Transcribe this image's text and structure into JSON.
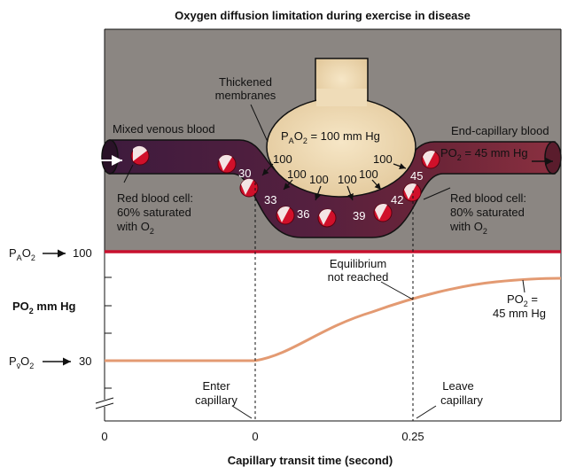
{
  "title": "Oxygen diffusion limitation during exercise in disease",
  "alveolus": {
    "pressure_prefix": "P",
    "pressure_sub": "A",
    "pressure_main": "O",
    "pressure_sub2": "2",
    "pressure_value": " = 100 mm Hg",
    "thickened_line1": "Thickened",
    "thickened_line2": "membranes",
    "gradient_values": [
      "100",
      "100",
      "100",
      "100",
      "100",
      "100"
    ]
  },
  "capillary": {
    "mixed_venous": "Mixed venous blood",
    "end_capillary": "End-capillary blood",
    "end_po2_main": "PO",
    "end_po2_sub": "2",
    "end_po2_value": " = 45 mm Hg",
    "cell_values": [
      "30",
      "33",
      "36",
      "39",
      "42",
      "45"
    ],
    "left_cell_line1": "Red blood cell:",
    "left_cell_line2": "60% saturated",
    "left_cell_line3": "with O",
    "left_cell_sub": "2",
    "right_cell_line1": "Red blood cell:",
    "right_cell_line2": "80% saturated",
    "right_cell_line3": "with O",
    "right_cell_sub": "2"
  },
  "graph": {
    "pao2_label_main": "P",
    "pao2_label_sub": "A",
    "pao2_label_o": "O",
    "pao2_label_sub2": "2",
    "pao2_tick": "100",
    "po2_axis_main": "PO",
    "po2_axis_sub": "2",
    "po2_axis_rest": " mm Hg",
    "pvo2_label_main": "P",
    "pvo2_label_sub": "v̄",
    "pvo2_label_o": "O",
    "pvo2_label_sub2": "2",
    "pvo2_tick": "30",
    "equilibrium_line1": "Equilibrium",
    "equilibrium_line2": "not reached",
    "end_line1_main": "PO",
    "end_line1_sub": "2",
    "end_line1_rest": " =",
    "end_line2": "45 mm Hg",
    "enter_line1": "Enter",
    "enter_line2": "capillary",
    "leave_line1": "Leave",
    "leave_line2": "capillary",
    "x_tick_0": "0",
    "x_tick_enter": "0",
    "x_tick_leave": "0.25",
    "x_axis_label": "Capillary transit time (second)"
  },
  "colors": {
    "background_panel": "#8b8682",
    "alveolus_fill": "#efdcb8",
    "venous_blood": "#4a1f3a",
    "arterial_blood": "#7a2a3a",
    "alveolar_line": "#c8102e",
    "po2_curve": "#e39a72",
    "cell_red": "#d0102a"
  }
}
